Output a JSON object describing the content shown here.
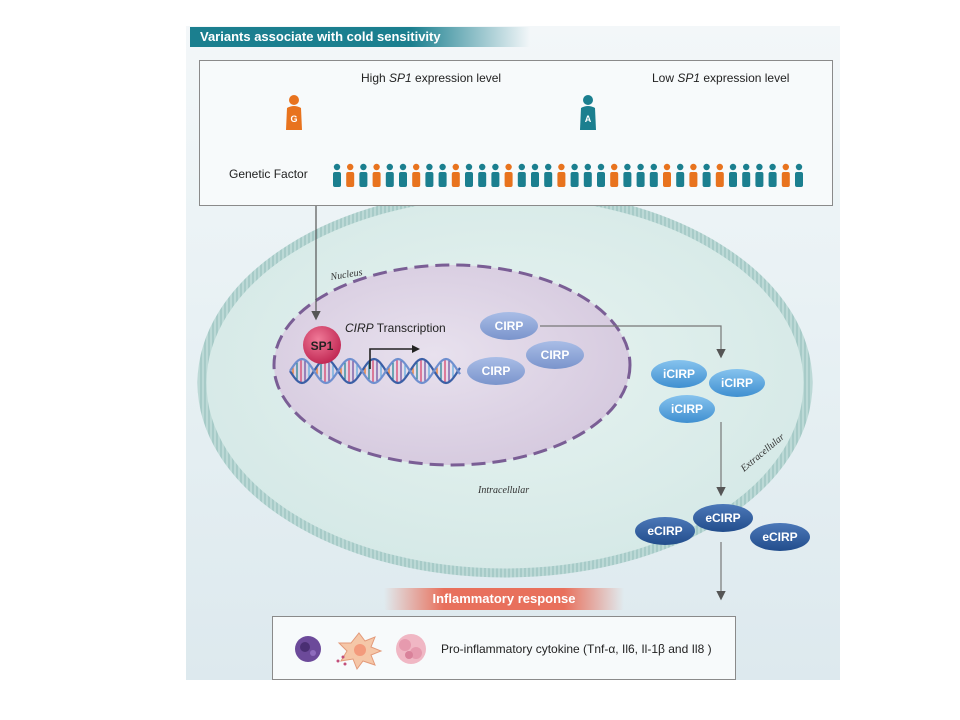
{
  "header": {
    "title": "Variants associate with cold sensitivity"
  },
  "top": {
    "high_prefix": "High ",
    "high_gene": "SP1",
    "high_suffix": " expression level",
    "low_prefix": "Low ",
    "low_gene": "SP1",
    "low_suffix": " expression level",
    "allele_g": "G",
    "allele_a": "A",
    "genetic_factor": "Genetic Factor",
    "population": [
      "teal",
      "orange",
      "teal",
      "orange",
      "teal",
      "teal",
      "orange",
      "teal",
      "teal",
      "orange",
      "teal",
      "teal",
      "teal",
      "orange",
      "teal",
      "teal",
      "teal",
      "orange",
      "teal",
      "teal",
      "teal",
      "orange",
      "teal",
      "teal",
      "teal",
      "orange",
      "teal",
      "orange",
      "teal",
      "orange",
      "teal",
      "teal",
      "teal",
      "teal",
      "orange",
      "teal"
    ]
  },
  "cell": {
    "nucleus_label": "Nucleus",
    "sp1_label": "SP1",
    "transcription_gene": "CIRP",
    "transcription_suffix": " Transcription",
    "cirp_labels": [
      "CIRP",
      "CIRP",
      "CIRP"
    ],
    "icirp_labels": [
      "iCIRP",
      "iCIRP",
      "iCIRP"
    ],
    "intracellular_label": "Intracellular",
    "extracellular_label": "Extracellular"
  },
  "ecirp_labels": [
    "eCIRP",
    "eCIRP",
    "eCIRP"
  ],
  "response": {
    "title": "Inflammatory response",
    "cytokine_text": "Pro-inflammatory cytokine (Tnf-α, Il6, Il-1β and Il8 )"
  },
  "colors": {
    "teal": "#1b7f8f",
    "orange": "#e8731e",
    "sp1_red": "#d63a63",
    "nucleus_fill": "#dcd3e3",
    "nucleus_border": "#7a5e95",
    "cirp_light": "#8fa8d8",
    "icirp": "#5ba9e0",
    "ecirp": "#2f5fa2"
  }
}
